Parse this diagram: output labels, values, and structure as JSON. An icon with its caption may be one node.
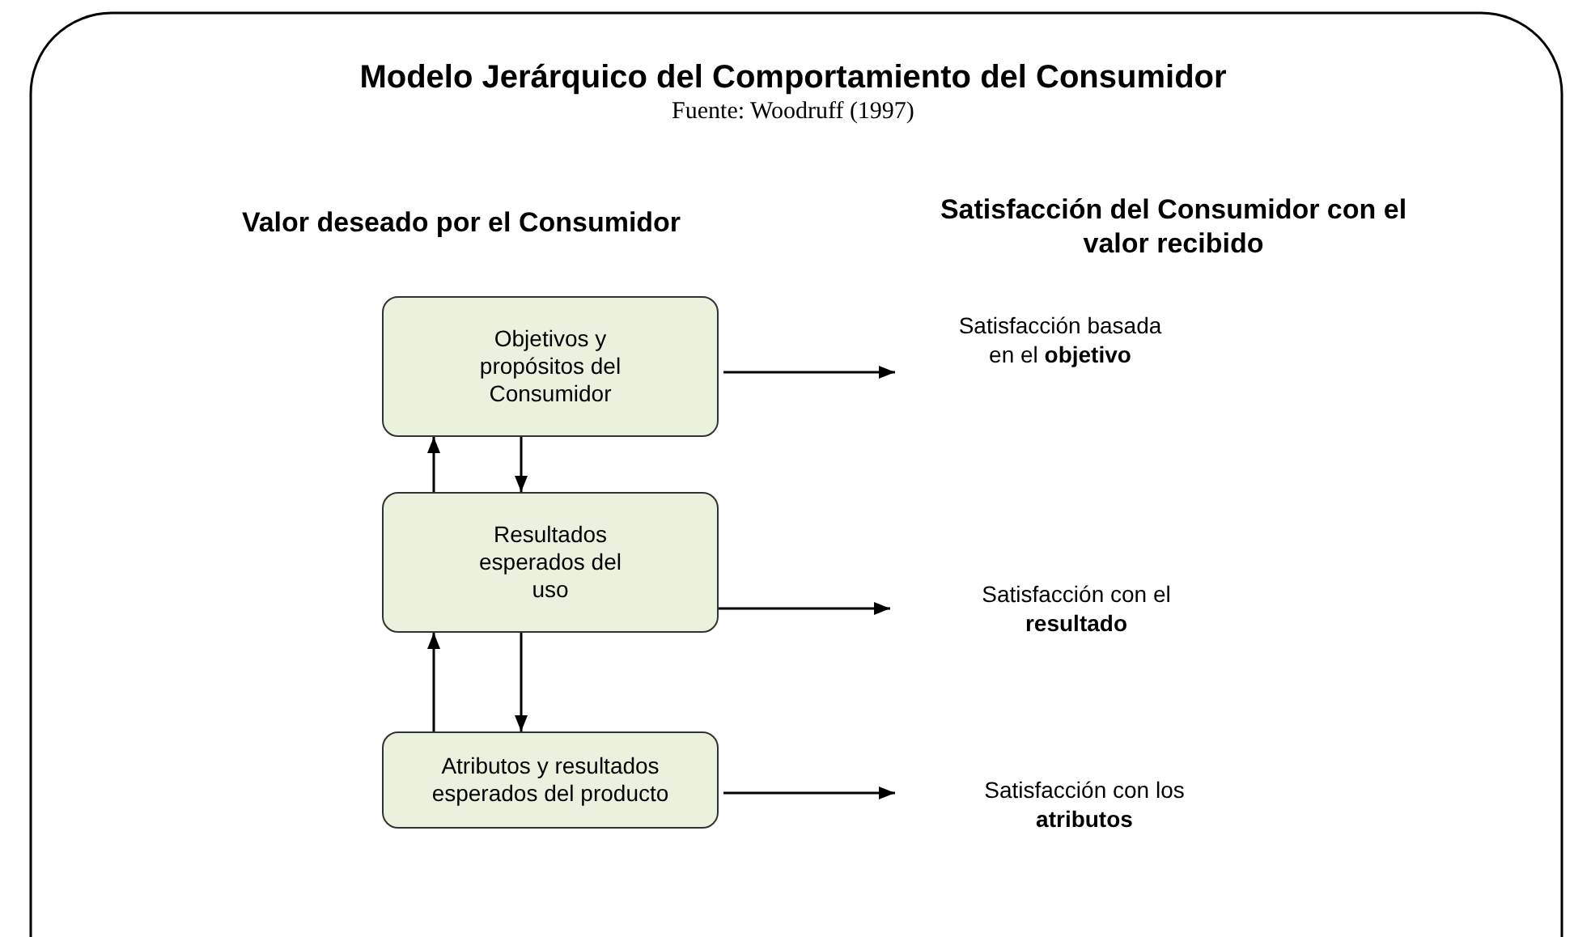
{
  "diagram": {
    "title": "Modelo Jerárquico del Comportamiento del Consumidor",
    "caption": "Fuente: Woodruff (1997)",
    "nodes": [
      {
        "text": [
          "Objetivos y propósitos del Consumidor"
        ]
      },
      {
        "text": [
          "Resultados esperados del uso"
        ]
      },
      {
        "text": [
          "Atributos y resultados esperados del producto"
        ]
      },
      {
        "text": [
          "Satisfacción basada en el **objetivo**"
        ]
      },
      {
        "text": [
          "Satisfacción con el **resultado**"
        ]
      },
      {
        "text": [
          "Satisfacción con los **atributos**"
        ]
      }
    ],
    "edges": [
      {
        "from": 0,
        "to": 3,
        "arrow": "to"
      },
      {
        "from": 1,
        "to": 0,
        "arrow": "to"
      },
      {
        "from": 0,
        "to": 1,
        "arrow": "to"
      },
      {
        "from": 1,
        "to": 4,
        "arrow": "to"
      },
      {
        "from": 2,
        "to": 1,
        "arrow": "to"
      },
      {
        "from": 1,
        "to": 2,
        "arrow": "to"
      },
      {
        "from": 2,
        "to": 5,
        "arrow": "to"
      }
    ],
    "labels": [
      "Valor deseado por el Consumidor",
      "Satisfacción del Consumidor con el valor recibido"
    ]
  }
}
